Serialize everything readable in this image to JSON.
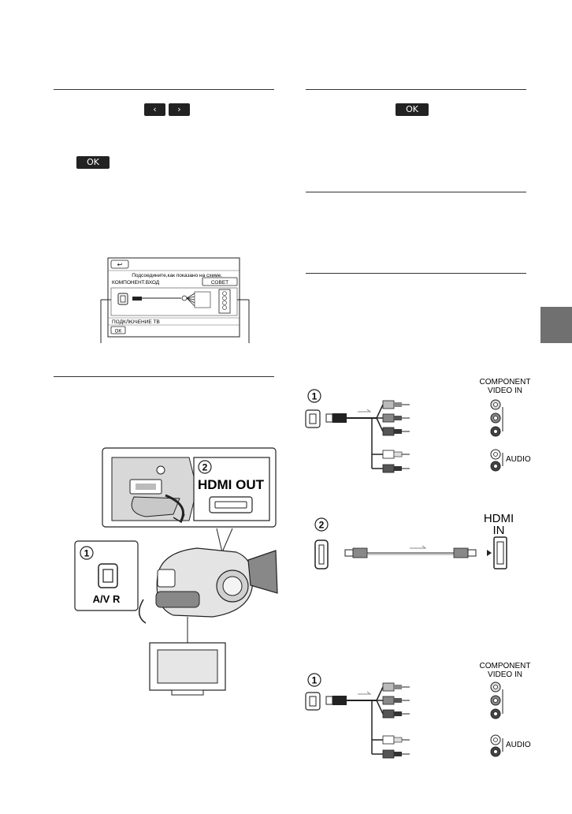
{
  "buttons": {
    "prev": "‹",
    "next": "›",
    "ok_left": "OK",
    "ok_right": "OK"
  },
  "screen": {
    "back_label": "↩",
    "instruction": "Подсоедините,как показано на схеме.",
    "component_label": "КОМПОНЕНТ.ВХОД",
    "tip_button": "СОВЕТ",
    "footer_label": "ПОДКЛЮЧЕНИЕ ТВ",
    "ok_button": "OK"
  },
  "camera_figure": {
    "step1_number": "1",
    "step2_number": "2",
    "hdmi_out_label": "HDMI OUT",
    "av_r_label": "A/V R"
  },
  "component_diagram_top": {
    "step_number": "1",
    "jack_label_line1": "COMPONENT",
    "jack_label_line2": "VIDEO IN",
    "audio_label": "AUDIO"
  },
  "hdmi_diagram": {
    "step_number": "2",
    "hdmi_in_line1": "HDMI",
    "hdmi_in_line2": "IN"
  },
  "component_diagram_bottom": {
    "step_number": "1",
    "jack_label_line1": "COMPONENT",
    "jack_label_line2": "VIDEO IN",
    "audio_label": "AUDIO"
  },
  "colors": {
    "section_tab": "#707070",
    "button_dark": "#222222"
  }
}
